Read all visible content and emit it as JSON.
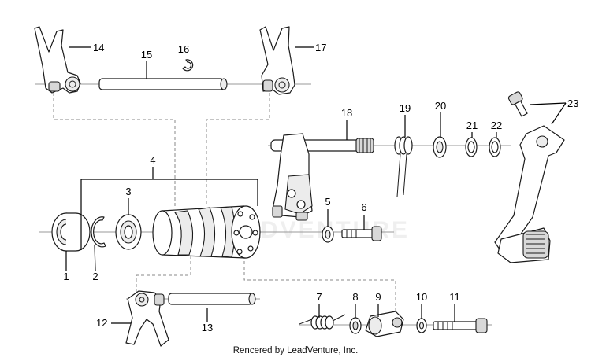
{
  "callouts": [
    {
      "id": "1",
      "label": "1"
    },
    {
      "id": "2",
      "label": "2"
    },
    {
      "id": "3",
      "label": "3"
    },
    {
      "id": "4",
      "label": "4"
    },
    {
      "id": "5",
      "label": "5"
    },
    {
      "id": "6",
      "label": "6"
    },
    {
      "id": "7",
      "label": "7"
    },
    {
      "id": "8",
      "label": "8"
    },
    {
      "id": "9",
      "label": "9"
    },
    {
      "id": "10",
      "label": "10"
    },
    {
      "id": "11",
      "label": "11"
    },
    {
      "id": "12",
      "label": "12"
    },
    {
      "id": "13",
      "label": "13"
    },
    {
      "id": "14",
      "label": "14"
    },
    {
      "id": "15",
      "label": "15"
    },
    {
      "id": "16",
      "label": "16"
    },
    {
      "id": "17",
      "label": "17"
    },
    {
      "id": "18",
      "label": "18"
    },
    {
      "id": "19",
      "label": "19"
    },
    {
      "id": "20",
      "label": "20"
    },
    {
      "id": "21",
      "label": "21"
    },
    {
      "id": "22",
      "label": "22"
    },
    {
      "id": "23",
      "label": "23"
    }
  ],
  "watermark": "LEADVENTURE",
  "footer": "Rencered by LeadVenture, Inc."
}
